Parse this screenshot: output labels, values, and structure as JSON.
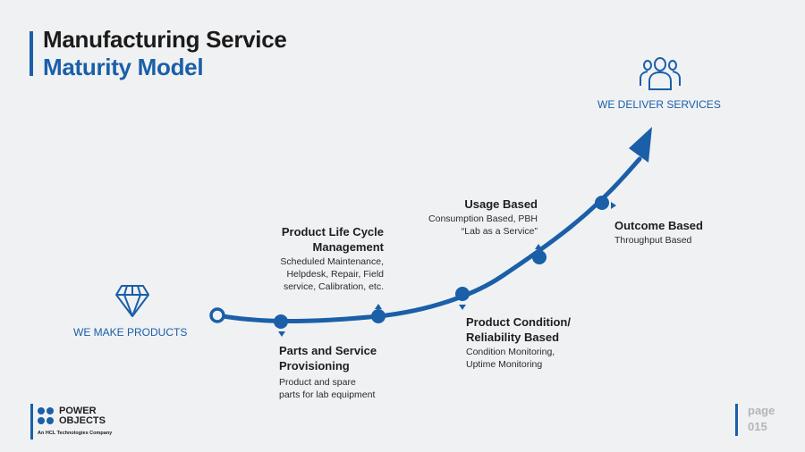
{
  "title": {
    "line1": "Manufacturing Service",
    "line2": "Maturity Model"
  },
  "start_label": "WE MAKE PRODUCTS",
  "end_label": "WE DELIVER SERVICES",
  "stages": {
    "parts": {
      "title1": "Parts and Service",
      "title2": "Provisioning",
      "desc1": "Product and spare",
      "desc2": "parts for lab equipment"
    },
    "plc": {
      "title1": "Product Life Cycle",
      "title2": "Management",
      "desc1": "Scheduled Maintenance,",
      "desc2": "Helpdesk, Repair, Field",
      "desc3": "service, Calibration, etc."
    },
    "condition": {
      "title1": "Product Condition/",
      "title2": "Reliability Based",
      "desc1": "Condition Monitoring,",
      "desc2": "Uptime Monitoring"
    },
    "usage": {
      "title": "Usage Based",
      "desc1": "Consumption Based, PBH",
      "desc2": "“Lab as a Service”"
    },
    "outcome": {
      "title": "Outcome Based",
      "desc": "Throughput Based"
    }
  },
  "logo": {
    "word1": "POWER",
    "word2": "OBJECTS",
    "tagline": "An HCL Technologies Company"
  },
  "page": {
    "label": "page",
    "number": "015"
  },
  "colors": {
    "accent": "#1a5fa8",
    "background": "#f0f1f3"
  },
  "icons": {
    "start": "diamond-icon",
    "end": "people-icon"
  }
}
